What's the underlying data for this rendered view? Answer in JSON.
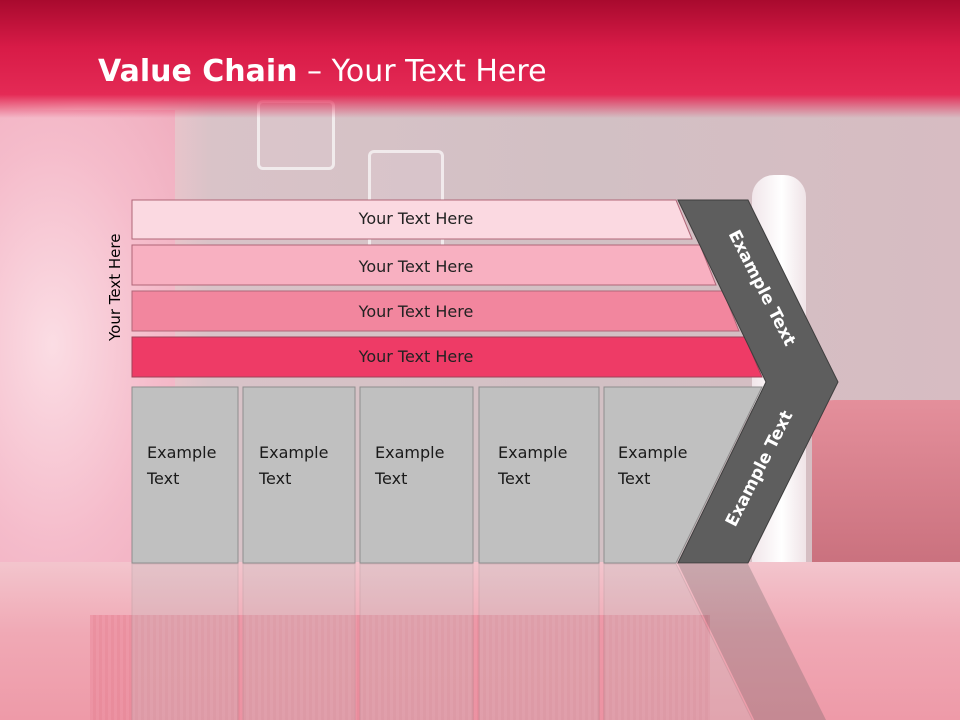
{
  "title": {
    "bold": "Value Chain",
    "rest": " – Your Text Here"
  },
  "side_label": "Your Text Here",
  "bars": [
    {
      "label": "Your Text Here",
      "color": "#fbd9e1"
    },
    {
      "label": "Your Text Here",
      "color": "#f8b0c1"
    },
    {
      "label": "Your Text Here",
      "color": "#f2869e"
    },
    {
      "label": "Your Text Here",
      "color": "#ee3b66"
    }
  ],
  "columns": [
    {
      "line1": "Example",
      "line2": "Text"
    },
    {
      "line1": "Example",
      "line2": "Text"
    },
    {
      "line1": "Example",
      "line2": "Text"
    },
    {
      "line1": "Example",
      "line2": "Text"
    },
    {
      "line1": "Example",
      "line2": "Text"
    }
  ],
  "chevron": {
    "upper_text": "Example Text",
    "lower_text": "Example Text",
    "color": "#5e5e5e"
  },
  "colors": {
    "header": "#d81b47",
    "column_fill": "#c0c0c0"
  }
}
